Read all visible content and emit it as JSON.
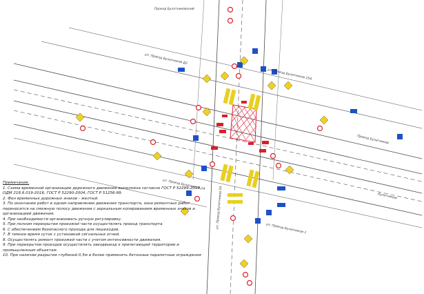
{
  "streets": {
    "top_left": "Проезд Булатниковский",
    "upper_left": "ул. Проезд Булатников Д2",
    "upper_right": "ул. Проезд Булатников 25А",
    "right": "Проезд Булатников",
    "far_right": "Булатников",
    "lower_left": "ул. Проезд Булатников 2А",
    "lower_right": "ул. Проезд Булатников 1",
    "bottom": "ул. Проезд Булатников 2А"
  },
  "notes": {
    "heading": "Примечания.",
    "items": [
      "1. Схема временной организации дорожного движения выполнена согласно ГОСТ Р 52289-2019, ОДМ 218.6.019-2016, ГОСТ Р 52290-2004, ГОСТ Р 51256-99.",
      "2. Фон временных дорожных знаков - желтый.",
      "3. По окончании работ в одном направлении движения транспорта, зона ремонтных работ переносится на смежную полосу движения с зеркальным копированием временных знаков и организацией движения.",
      "4. При необходимости организовать ручную регулировку.",
      "5. При полном перекрытии проезжей части осуществлять проезд транспорта",
      "6. С обеспечением безопасного прохода для пешеходов.",
      "7. В темное время суток с установкой сигнальных огней.",
      "8. Осуществлять ремонт проезжей части с учетом интенсивности движения.",
      "9. При перекрытии проездов осуществлять заездвыезд к прилегающей территории и промышленным объектам.",
      "10. При наличии разрытия глубиной 0,5м и более применять бетонные парапетные ограждения"
    ]
  },
  "colors": {
    "road_line": "#4a4a4a",
    "zone": "#e0243a",
    "crosswalk": "#e8d020",
    "sign_blue": "#1e50c8",
    "sign_yellow": "#f0d020",
    "sign_red": "#d8202a"
  }
}
